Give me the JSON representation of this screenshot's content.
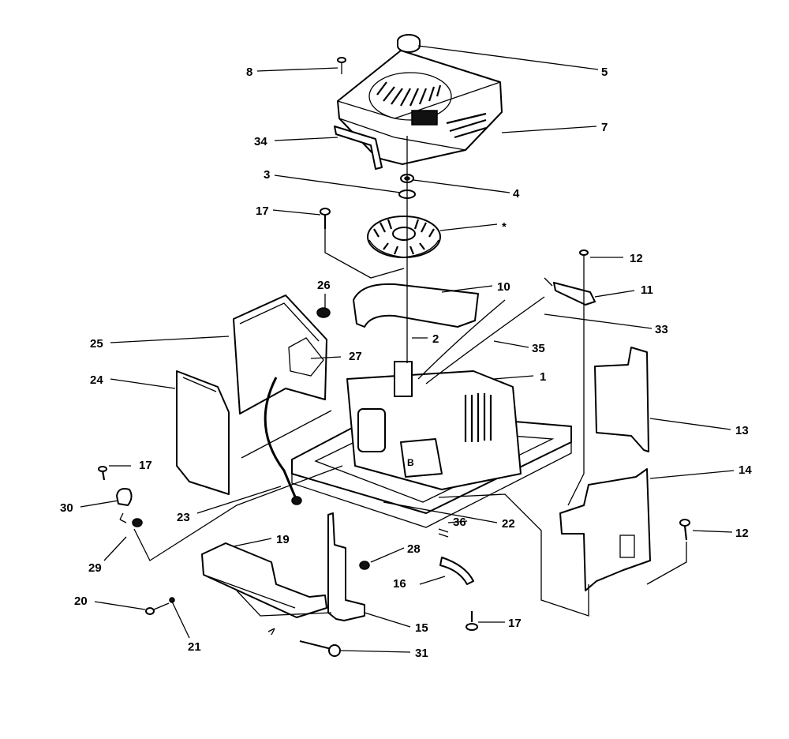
{
  "callouts": {
    "c1": "1",
    "c2": "2",
    "c3": "3",
    "c4": "4",
    "c5": "5",
    "c7": "7",
    "c8": "8",
    "c10": "10",
    "c11": "11",
    "c12a": "12",
    "c12b": "12",
    "c13": "13",
    "c14": "14",
    "c15": "15",
    "c16": "16",
    "c17a": "17",
    "c17b": "17",
    "c17c": "17",
    "c19": "19",
    "c20": "20",
    "c21": "21",
    "c22": "22",
    "c23": "23",
    "c24": "24",
    "c25": "25",
    "c26": "26",
    "c27": "27",
    "c28": "28",
    "c29": "29",
    "c30": "30",
    "c31": "31",
    "c33": "33",
    "c34": "34",
    "c35": "35",
    "c36": "36",
    "star": "*"
  },
  "colors": {
    "ink": "#000000",
    "paper": "#ffffff"
  }
}
